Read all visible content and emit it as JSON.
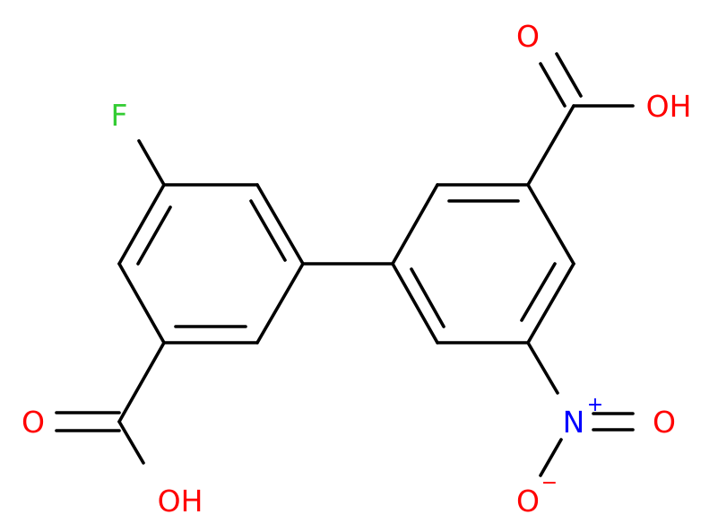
{
  "molecule": {
    "atom_labels": {
      "F": "F",
      "O_top_carbonyl": "O",
      "OH_top": "OH",
      "O_left_carbonyl": "O",
      "OH_bottom": "OH",
      "N": "N",
      "N_charge": "+",
      "O_nitro_right": "O",
      "O_nitro_bottom": "O",
      "O_nitro_charge": "−"
    },
    "colors": {
      "bond": "#000000",
      "oxygen": "#ff0000",
      "nitrogen": "#0000ff",
      "fluorine": "#33cc33"
    }
  }
}
